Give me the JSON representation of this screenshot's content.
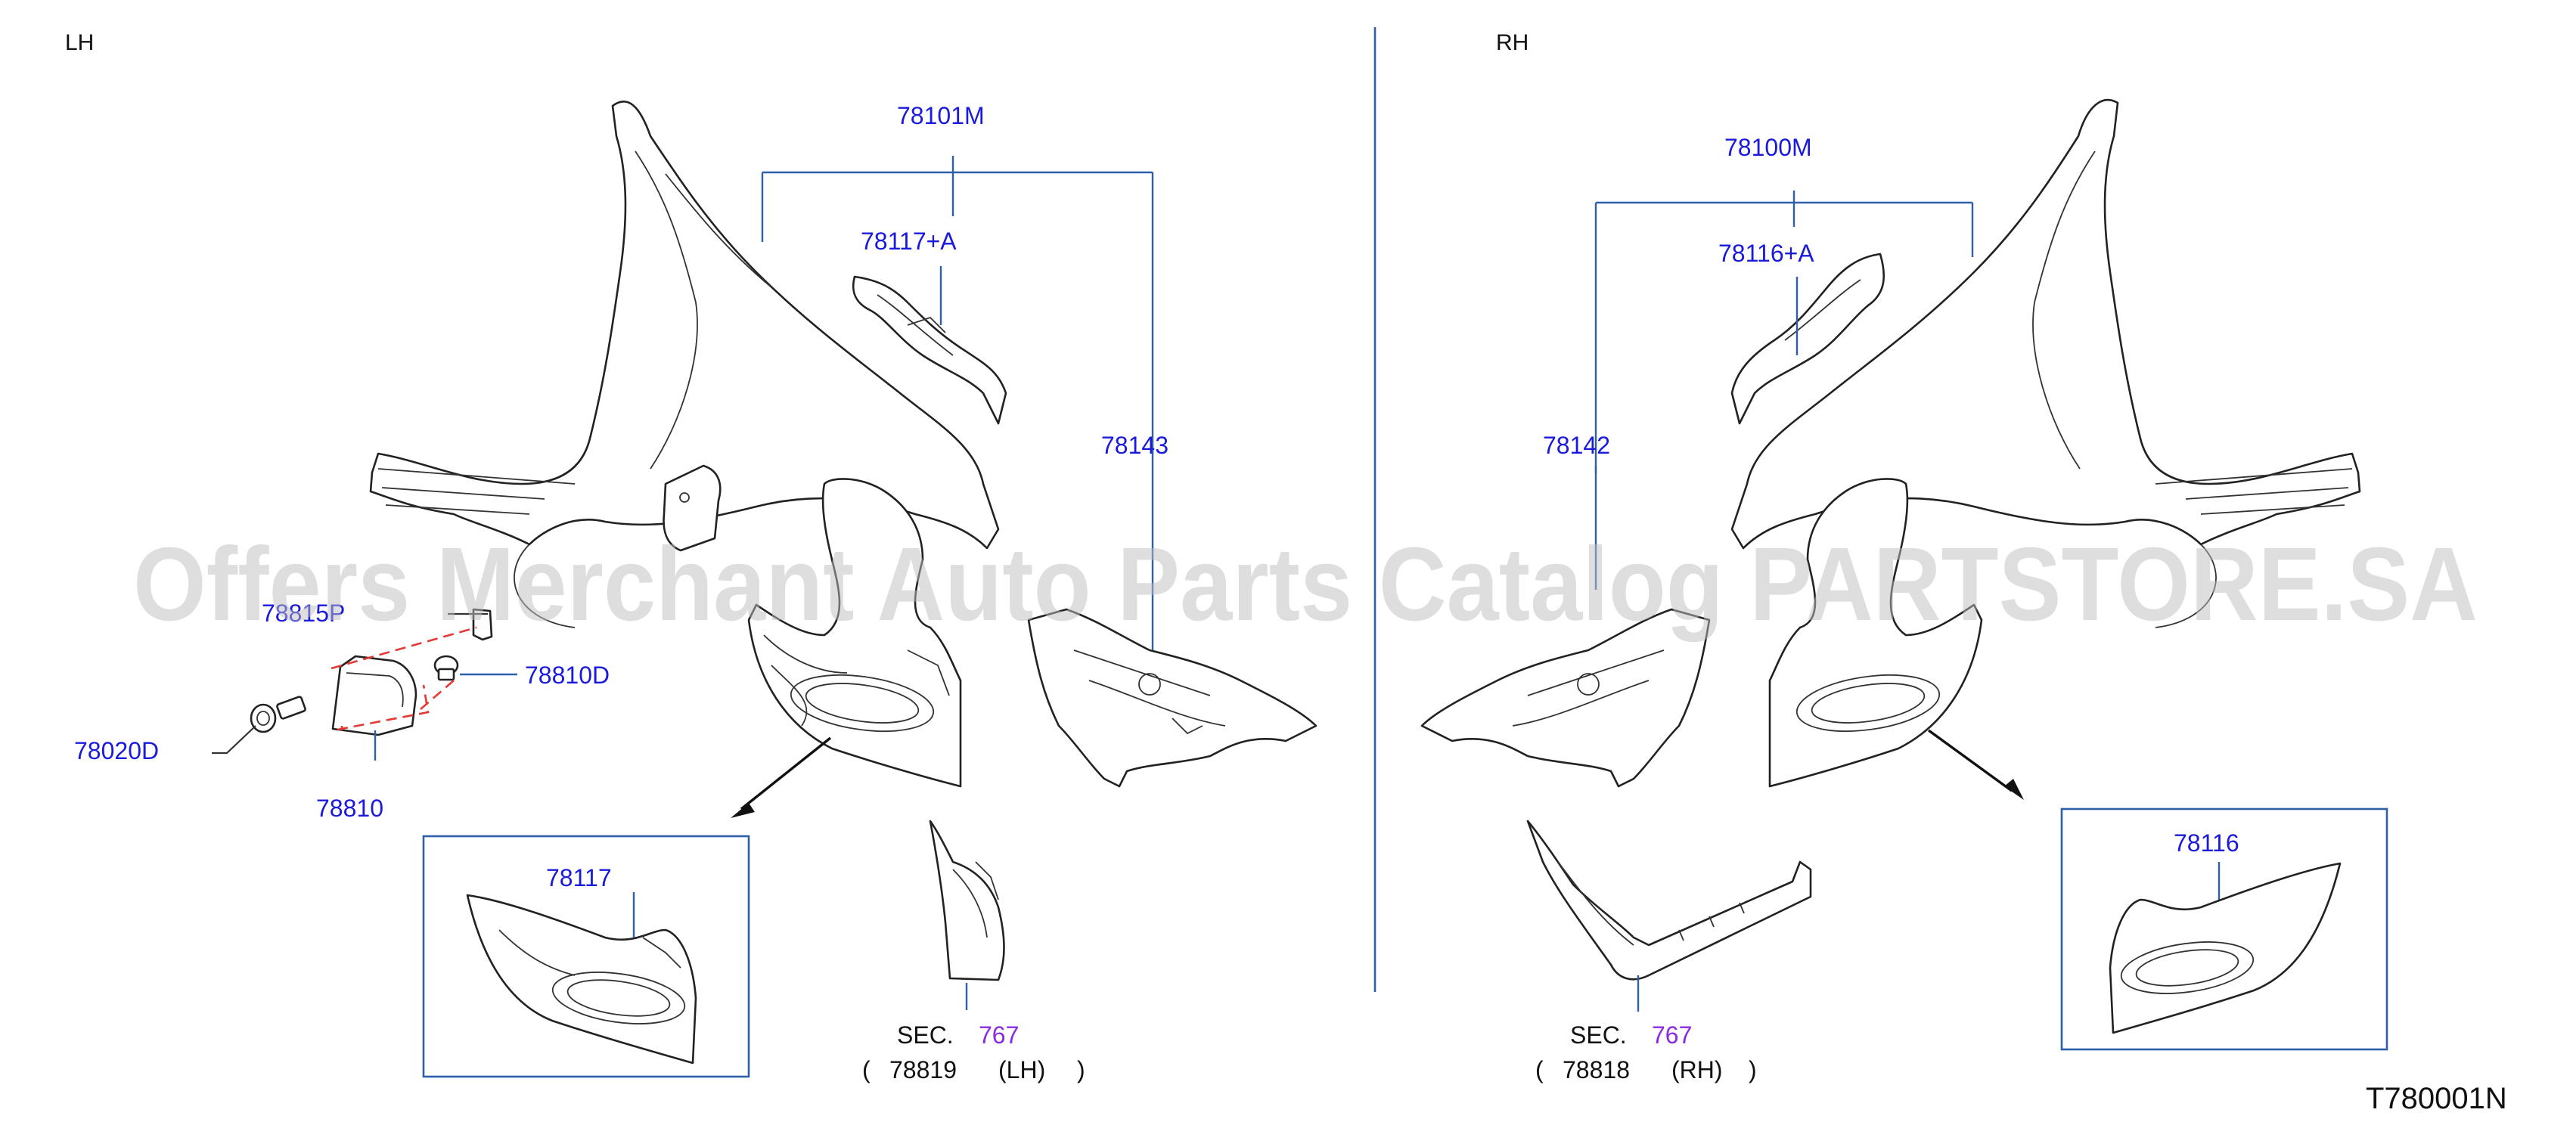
{
  "sides": {
    "left": "LH",
    "right": "RH"
  },
  "callouts": {
    "lh_assembly": "78101M",
    "lh_extension": "78117+A",
    "lh_panel": "78143",
    "lh_clip": "78810D",
    "lh_bolt": "78020D",
    "lh_lid": "78810",
    "lh_partial": "78815P",
    "lh_detail": "78117",
    "rh_assembly": "78100M",
    "rh_extension": "78116+A",
    "rh_panel": "78142",
    "rh_detail": "78116"
  },
  "section_refs": {
    "lh": {
      "sec": "SEC.",
      "num": "767",
      "open": "(",
      "part": "78819",
      "side": "(LH)",
      "close": ")"
    },
    "rh": {
      "sec": "SEC.",
      "num": "767",
      "open": "(",
      "part": "78818",
      "side": "(RH)",
      "close": ")"
    }
  },
  "diagram_code": "T780001N",
  "watermark": "Offers Merchant Auto Parts Catalog PARTSTORE.SA",
  "colors": {
    "callout": "#1a1adc",
    "leader": "#2f5fa8",
    "section_number": "#8a2be2",
    "dashed_guide": "#e53935"
  }
}
